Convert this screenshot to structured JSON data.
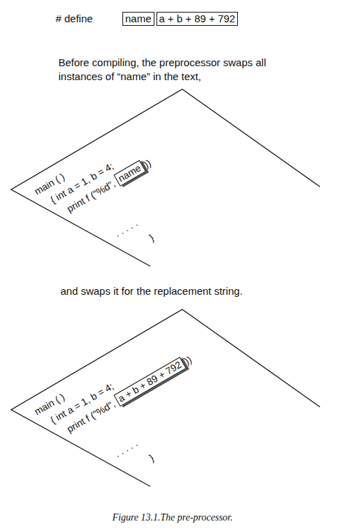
{
  "diagram": {
    "caption": "Figure 13.1.The pre-processor.",
    "nodes": [
      {
        "text": [
          "name"
        ]
      },
      {
        "text": [
          "a + b + 89 + 792"
        ]
      },
      {
        "text": [
          "main ( )",
          "{ int a = 1, b = 4;",
          "print f (\"%d\",",
          "))",
          ". . . . .",
          "}"
        ]
      },
      {
        "text": [
          "name"
        ],
        "in": 2
      },
      {
        "text": [
          "main ( )",
          "{ int a = 1, b = 4;",
          "print f (\"%d\",",
          "))",
          ". . . . .",
          "}"
        ]
      },
      {
        "text": [
          "a + b + 89 + 792"
        ],
        "in": 4
      }
    ],
    "labels": [
      "# define",
      "Before compiling, the preprocessor swaps all instances of “name” in the text,",
      "and swaps it for the replacement string."
    ]
  }
}
